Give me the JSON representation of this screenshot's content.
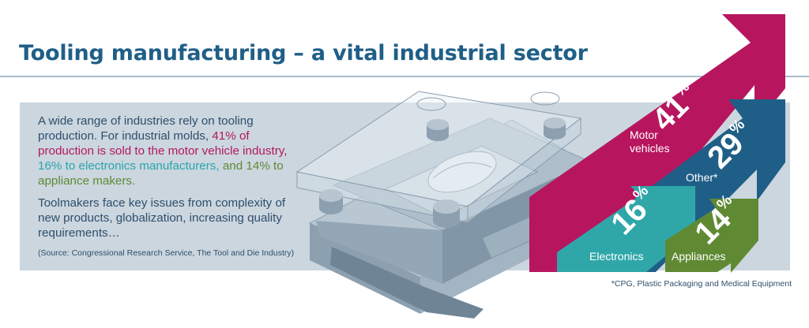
{
  "title": "Tooling manufacturing – a vital industrial sector",
  "intro": {
    "part1": "A wide range of industries rely on tooling production. For industrial molds, ",
    "motor": "41% of production is sold to the motor vehicle industry,",
    "electronics": "16% to electronics manufacturers,",
    "and": "and",
    "appliances": "14% to appliance makers."
  },
  "issues": "Toolmakers face key issues from complexity of new products, globalization, increasing quality requirements…",
  "source": "(Source: Congressional Research Service, The Tool and Die Industry)",
  "chart_data": {
    "type": "bar",
    "categories": [
      "Motor vehicles",
      "Other*",
      "Electronics",
      "Appliances"
    ],
    "values": [
      41,
      29,
      16,
      14
    ],
    "value_labels": [
      "41",
      "29",
      "16",
      "14"
    ],
    "unit": "%",
    "label_lines": [
      [
        "Motor",
        "vehicles"
      ],
      [
        "Other*"
      ],
      [
        "Electronics"
      ],
      [
        "Appliances"
      ]
    ],
    "colors": [
      "#b7165f",
      "#1f5f87",
      "#2fa7a9",
      "#5f8a33"
    ]
  },
  "footnote": "*CPG, Plastic Packaging and Medical Equipment"
}
